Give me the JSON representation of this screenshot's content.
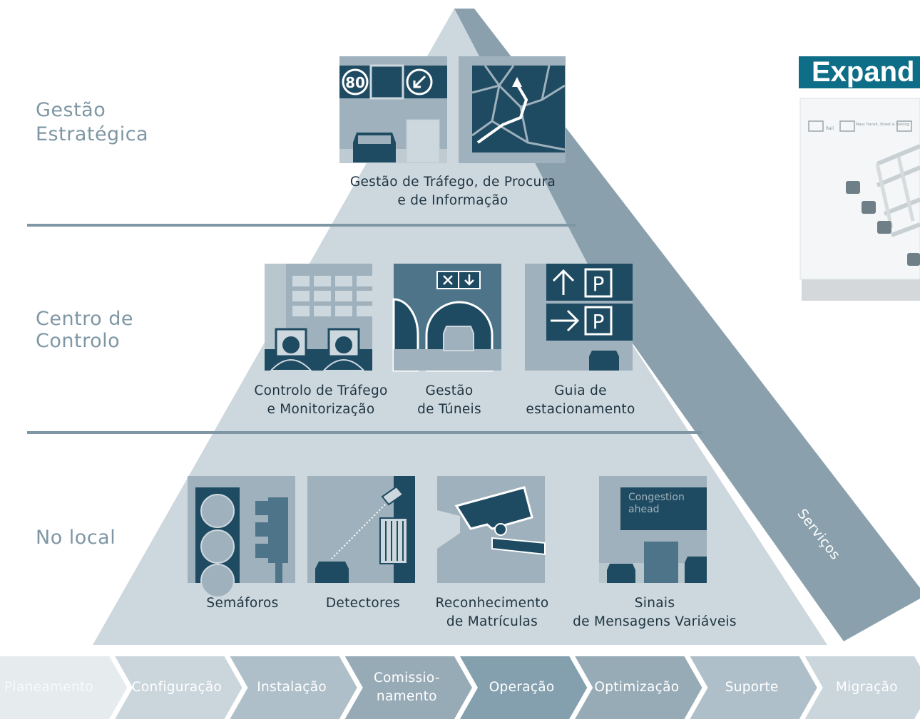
{
  "levels": {
    "strategic": {
      "line1": "Gestão",
      "line2": "Estratégica"
    },
    "control": {
      "line1": "Centro de",
      "line2": "Controlo"
    },
    "field": {
      "line1": "No local"
    }
  },
  "tiles": {
    "traffic_demand": {
      "line1": "Gestão de Tráfego, de Procura",
      "line2": "e de Informação",
      "speed_sign": "80"
    },
    "traffic_control": {
      "line1": "Controlo de Tráfego",
      "line2": "e Monitorização"
    },
    "tunnel": {
      "line1": "Gestão",
      "line2": "de Túneis"
    },
    "parking": {
      "line1": "Guia de",
      "line2": "estacionamento",
      "sign_letter": "P"
    },
    "signals": {
      "line1": "Semáforos"
    },
    "detectors": {
      "line1": "Detectores"
    },
    "plates": {
      "line1": "Reconhecimento",
      "line2": "de Matrículas"
    },
    "vms": {
      "line1": "Sinais",
      "line2": "de Mensagens Variáveis",
      "sign_line1": "Congestion",
      "sign_line2": "ahead"
    }
  },
  "services_label": "Serviços",
  "expand_title": "Expand",
  "thumbnail_legend": {
    "item1": "Rail",
    "item2": "Mass Transit, Street & Parking"
  },
  "process_steps": [
    {
      "line1": "Planeamento",
      "line2": ""
    },
    {
      "line1": "Configuração",
      "line2": ""
    },
    {
      "line1": "Instalação",
      "line2": ""
    },
    {
      "line1": "Comissio-",
      "line2": "namento"
    },
    {
      "line1": "Operação",
      "line2": ""
    },
    {
      "line1": "Optimização",
      "line2": ""
    },
    {
      "line1": "Suporte",
      "line2": ""
    },
    {
      "line1": "Migração",
      "line2": ""
    }
  ],
  "colors": {
    "pyramid_light": "#cdd7de",
    "pyramid_dark": "#8aa1ad",
    "icon_dark": "#1f4b62",
    "icon_mid": "#9fb1bc",
    "label_grey": "#7f97a4",
    "expand_blue": "#0f6e87",
    "chevron_fills": [
      "#e6ebee",
      "#cad5dc",
      "#afbfc9",
      "#97abb7",
      "#84a0af",
      "#97abb7",
      "#afbfc9",
      "#cad5dc"
    ]
  }
}
